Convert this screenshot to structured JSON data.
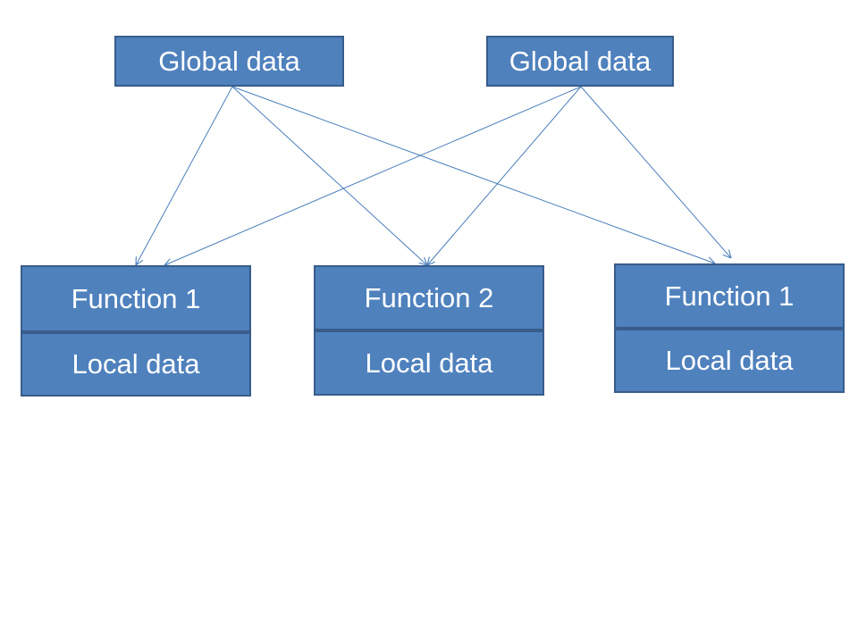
{
  "globals": [
    {
      "label": "Global data"
    },
    {
      "label": "Global data"
    }
  ],
  "functions": [
    {
      "label": "Function 1",
      "local": "Local data"
    },
    {
      "label": "Function 2",
      "local": "Local data"
    },
    {
      "label": "Function 1",
      "local": "Local data"
    }
  ],
  "connections": [
    {
      "from": "global-1",
      "to": "function-1"
    },
    {
      "from": "global-1",
      "to": "function-2"
    },
    {
      "from": "global-1",
      "to": "function-3"
    },
    {
      "from": "global-2",
      "to": "function-1"
    },
    {
      "from": "global-2",
      "to": "function-2"
    },
    {
      "from": "global-2",
      "to": "function-3"
    }
  ],
  "colors": {
    "box_fill": "#4f81bd",
    "box_border": "#385d8a",
    "arrow": "#4a7ebb",
    "text": "#ffffff"
  }
}
